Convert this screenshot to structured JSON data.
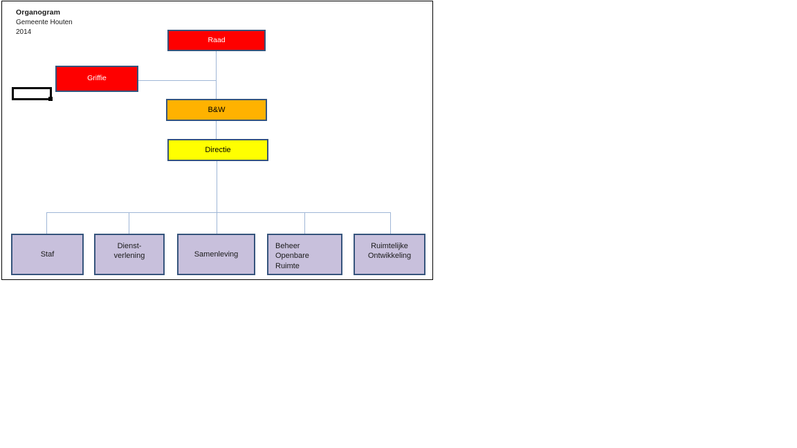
{
  "document": {
    "title_main": "Organogram",
    "title_line2": "Gemeente Houten",
    "title_line3": "2014"
  },
  "colors": {
    "council_fill": "#FE0000",
    "board_fill": "#FFB200",
    "management_fill": "#FFFF00",
    "department_fill": "#C8C0DC",
    "node_border": "#35547C",
    "connector": "#9FB6D6",
    "frame_border": "#000000"
  },
  "chart_data": {
    "type": "diagram",
    "title": "Organogram Gemeente Houten 2014",
    "nodes": [
      {
        "id": "raad",
        "label": "Raad",
        "level": 0,
        "fill": "#FE0000",
        "text_color": "#FFFFFF",
        "align": "center-mid"
      },
      {
        "id": "griffie",
        "label": "Griffie",
        "level": 0,
        "fill": "#FE0000",
        "text_color": "#FFFFFF",
        "align": "center-mid"
      },
      {
        "id": "bw",
        "label": "B&W",
        "level": 1,
        "fill": "#FFB200",
        "text_color": "#000000",
        "align": "center-mid"
      },
      {
        "id": "directie",
        "label": "Directie",
        "level": 2,
        "fill": "#FFFF00",
        "text_color": "#000000",
        "align": "center-mid"
      },
      {
        "id": "staf",
        "label": "Staf",
        "level": 3,
        "fill": "#C8C0DC",
        "text_color": "#1A1A1A",
        "align": "center-mid"
      },
      {
        "id": "dienstverlening",
        "label": "Dienst-\nverlening",
        "level": 3,
        "fill": "#C8C0DC",
        "text_color": "#1A1A1A",
        "align": "center-top"
      },
      {
        "id": "samenleving",
        "label": "Samenleving",
        "level": 3,
        "fill": "#C8C0DC",
        "text_color": "#1A1A1A",
        "align": "center-mid"
      },
      {
        "id": "beheer",
        "label": "Beheer\nOpenbare\nRuimte",
        "level": 3,
        "fill": "#C8C0DC",
        "text_color": "#1A1A1A",
        "align": "left-top"
      },
      {
        "id": "ruimtelijke",
        "label": "Ruimtelijke\nOntwikkeling",
        "level": 3,
        "fill": "#C8C0DC",
        "text_color": "#1A1A1A",
        "align": "center-top"
      }
    ],
    "edges": [
      {
        "from": "raad",
        "to": "bw"
      },
      {
        "from": "griffie",
        "to": "raad"
      },
      {
        "from": "bw",
        "to": "directie"
      },
      {
        "from": "directie",
        "to": "staf"
      },
      {
        "from": "directie",
        "to": "dienstverlening"
      },
      {
        "from": "directie",
        "to": "samenleving"
      },
      {
        "from": "directie",
        "to": "beheer"
      },
      {
        "from": "directie",
        "to": "ruimtelijke"
      }
    ]
  },
  "nodes": {
    "raad": {
      "label": "Raad"
    },
    "griffie": {
      "label": "Griffie"
    },
    "bw": {
      "label": "B&W"
    },
    "directie": {
      "label": "Directie"
    },
    "staf": {
      "label": "Staf"
    },
    "dienstverlening": {
      "line1": "Dienst-",
      "line2": "verlening"
    },
    "samenleving": {
      "label": "Samenleving"
    },
    "beheer": {
      "line1": "Beheer",
      "line2": "Openbare",
      "line3": "Ruimte"
    },
    "ruimtelijke": {
      "line1": "Ruimtelijke",
      "line2": "Ontwikkeling"
    }
  },
  "empty_textbox": {
    "value": ""
  }
}
